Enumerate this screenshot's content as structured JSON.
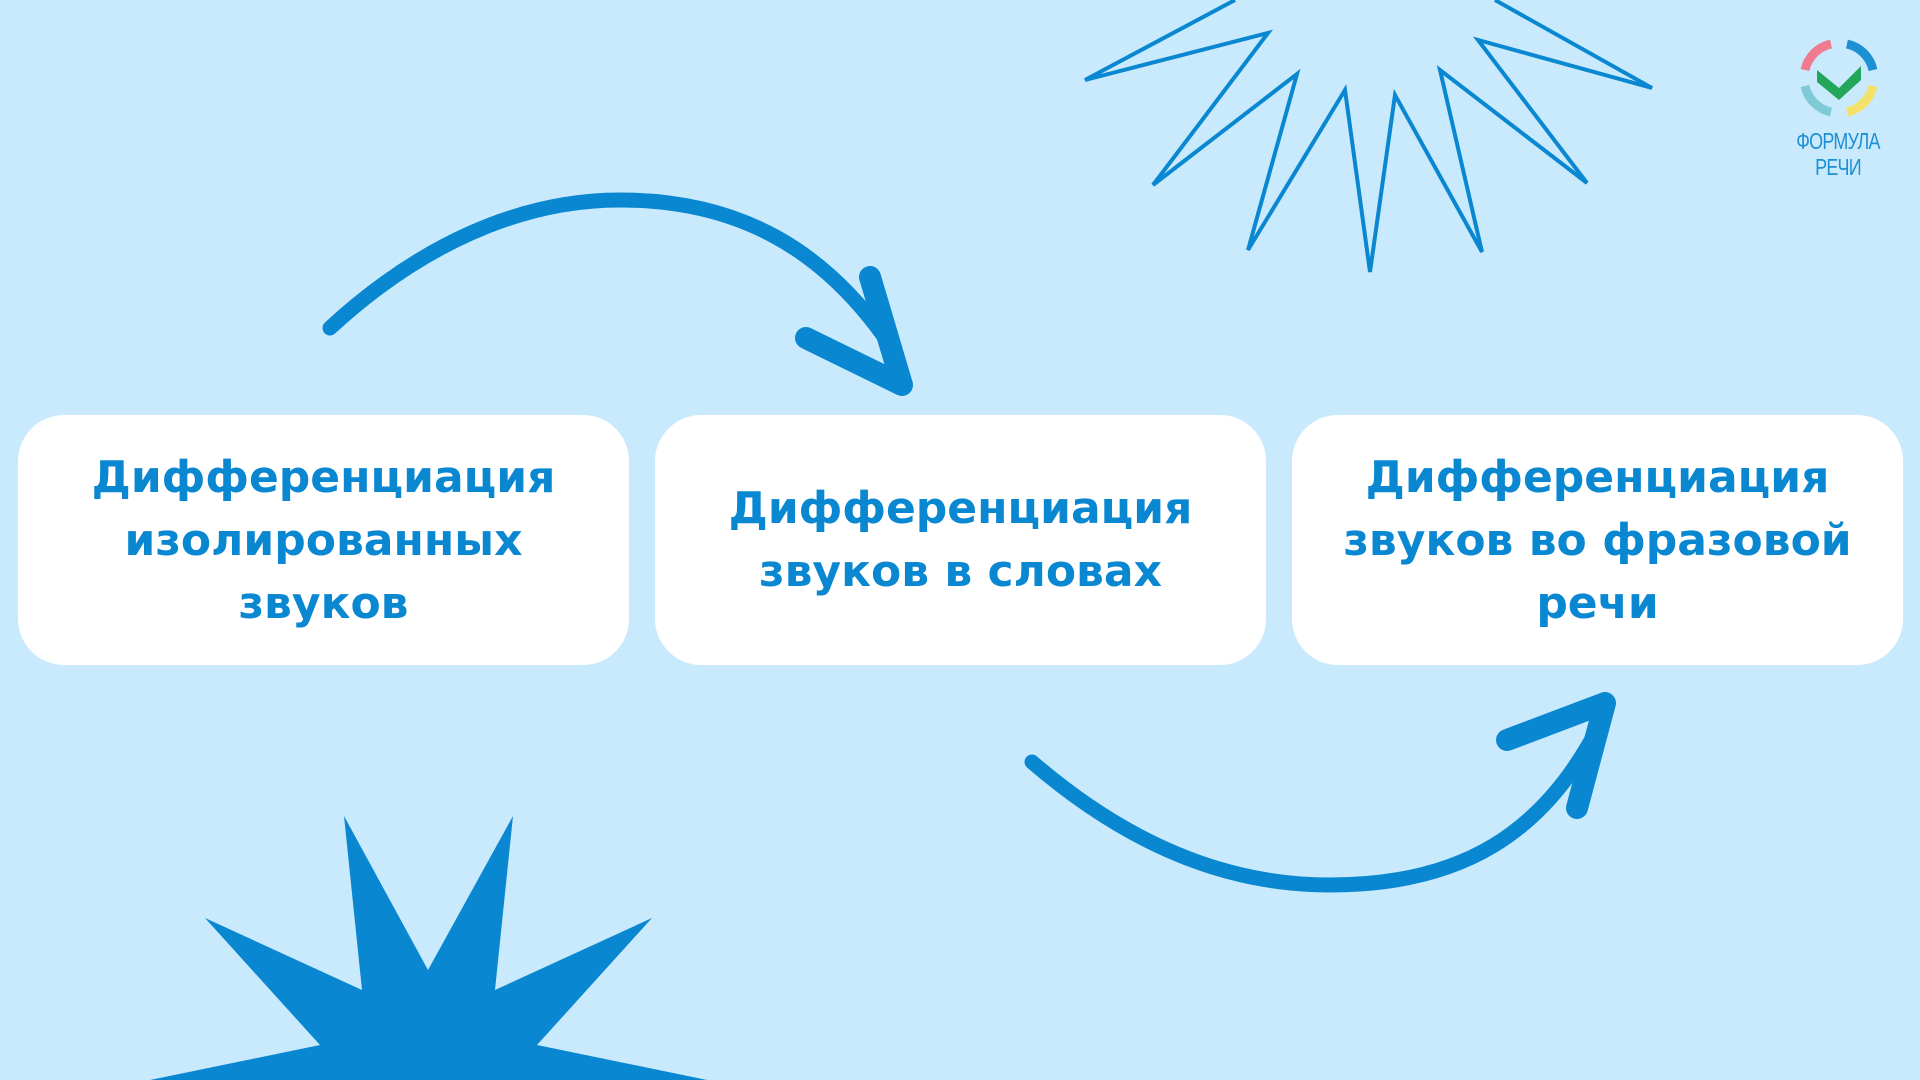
{
  "slide": {
    "background": "#c9eafc",
    "accent": "#0a87d1"
  },
  "steps": [
    {
      "label": "Дифференциация изолированных звуков"
    },
    {
      "label": "Дифференциация звуков в словах"
    },
    {
      "label": "Дифференциация звуков во фразовой речи"
    }
  ],
  "logo": {
    "line1": "ФОРМУЛА",
    "line2": "РЕЧИ",
    "ring_colors": [
      "#f07a90",
      "#1d8fd3",
      "#f5e16a",
      "#7fcad6"
    ],
    "check_color": "#22a65a"
  },
  "decorations": {
    "outline_star": "starburst-outline-icon",
    "filled_star": "starburst-filled-icon",
    "arrow_top": "curved-arrow-right-icon",
    "arrow_bottom": "curved-arrow-up-right-icon"
  }
}
